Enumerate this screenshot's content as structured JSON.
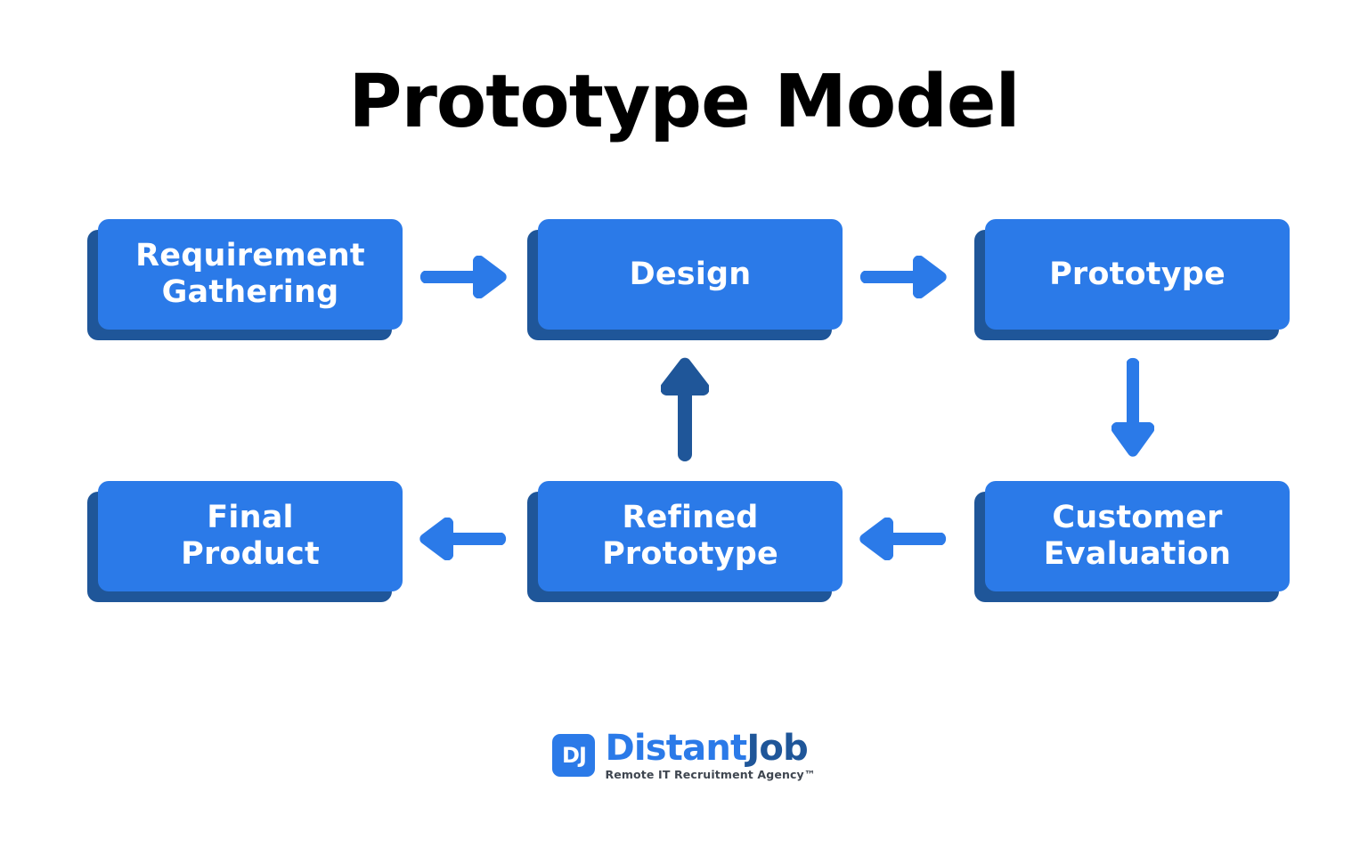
{
  "page": {
    "title": "Prototype Model",
    "background_color": "#ffffff"
  },
  "colors": {
    "node_fill": "#2b7ae8",
    "node_shadow": "#1f5699",
    "arrow_primary": "#2b7ae8",
    "arrow_feedback": "#1f5699",
    "title_text": "#000000",
    "node_text": "#ffffff"
  },
  "diagram": {
    "type": "flowchart",
    "nodes": [
      {
        "id": "requirement-gathering",
        "label": "Requirement\nGathering",
        "row": 1,
        "column": 1
      },
      {
        "id": "design",
        "label": "Design",
        "row": 1,
        "column": 2
      },
      {
        "id": "prototype",
        "label": "Prototype",
        "row": 1,
        "column": 3
      },
      {
        "id": "final-product",
        "label": "Final\nProduct",
        "row": 2,
        "column": 1
      },
      {
        "id": "refined-prototype",
        "label": "Refined\nPrototype",
        "row": 2,
        "column": 2
      },
      {
        "id": "customer-evaluation",
        "label": "Customer\nEvaluation",
        "row": 2,
        "column": 3
      }
    ],
    "edges": [
      {
        "from": "requirement-gathering",
        "to": "design",
        "direction": "right",
        "style": "primary"
      },
      {
        "from": "design",
        "to": "prototype",
        "direction": "right",
        "style": "primary"
      },
      {
        "from": "prototype",
        "to": "customer-evaluation",
        "direction": "down",
        "style": "primary"
      },
      {
        "from": "customer-evaluation",
        "to": "refined-prototype",
        "direction": "left",
        "style": "primary"
      },
      {
        "from": "refined-prototype",
        "to": "final-product",
        "direction": "left",
        "style": "primary"
      },
      {
        "from": "refined-prototype",
        "to": "design",
        "direction": "up",
        "style": "feedback"
      }
    ]
  },
  "logo": {
    "mark": "DJ",
    "word_first": "Distant",
    "word_second": "Job",
    "tagline": "Remote IT Recruitment Agency™"
  }
}
